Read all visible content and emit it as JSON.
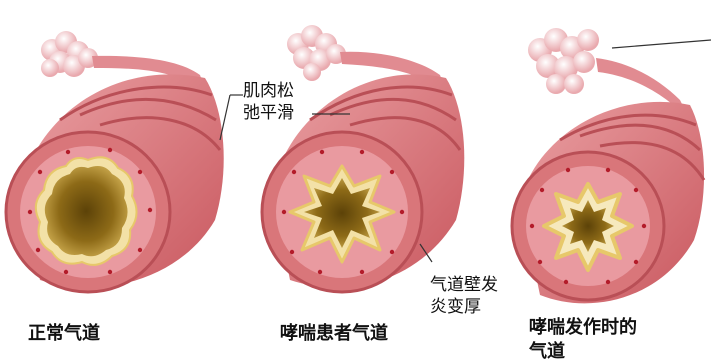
{
  "labels": {
    "muscle_line1": "肌肉松",
    "muscle_line2": "弛平滑",
    "inflam_line1": "气道壁发",
    "inflam_line2": "炎变厚"
  },
  "captions": {
    "normal": "正常气道",
    "asthma": "哮喘患者气道",
    "attack_line1": "哮喘发作时的",
    "attack_line2": "气道"
  },
  "colors": {
    "tube": "#d9767a",
    "tube_dark": "#b94f56",
    "wall": "#e99aa0",
    "lumen_outer": "#f3e1a7",
    "lumen_inner": "#8a6a1a",
    "alveoli": "#f6c9cc"
  }
}
